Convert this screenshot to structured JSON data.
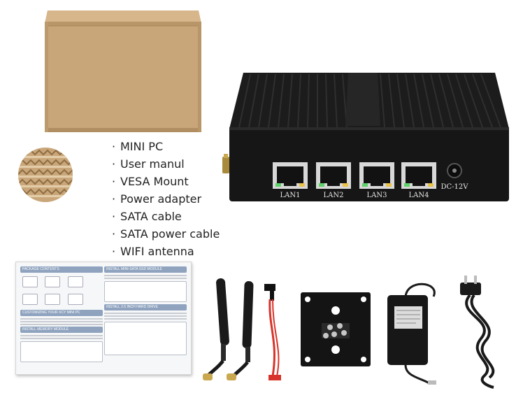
{
  "package_list": {
    "bullet": "·",
    "items": [
      "MINI PC",
      "User manul",
      "VESA Mount",
      "Power adapter",
      "SATA cable",
      "SATA power cable",
      "WIFI antenna"
    ]
  },
  "mini_pc": {
    "ports": [
      "LAN1",
      "LAN2",
      "LAN3",
      "LAN4"
    ],
    "power_label": "DC-12V"
  },
  "manual": {
    "sections": [
      "PACKAGE CONTENTS",
      "INSTALL MINI-SATA SSD MODULE",
      "CUSTOMIZING YOUR XCY MINI PC",
      "INSTALL 2.5 INCH HARD DRIVE",
      "INSTALL MEMORY MODULE"
    ]
  },
  "colors": {
    "cardboard": "#c9a679",
    "device": "#161616",
    "port_led_green": "#5fd16a",
    "port_led_yellow": "#e9c24a",
    "manual_accent": "#8fa3bf",
    "sata_red": "#d8342b"
  }
}
